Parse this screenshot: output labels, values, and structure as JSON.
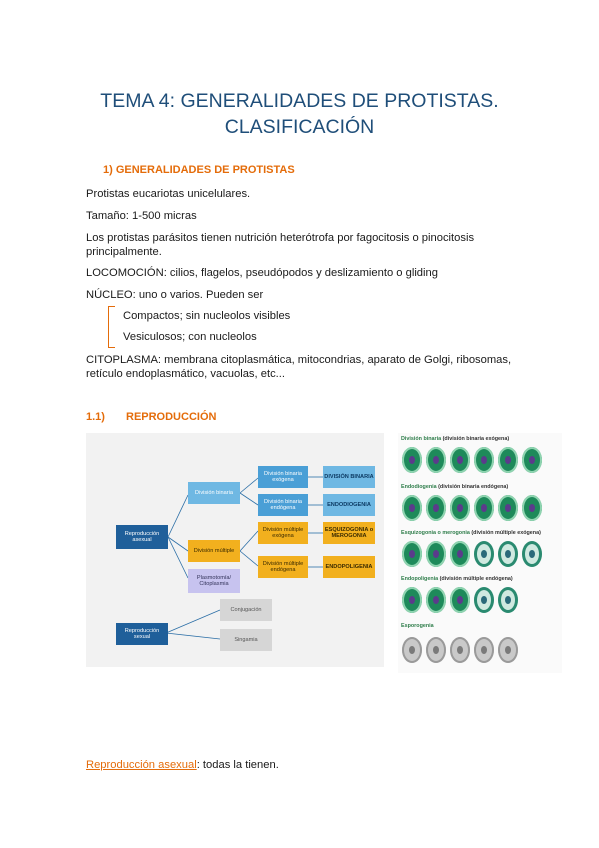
{
  "title": {
    "line1": "TEMA 4: GENERALIDADES DE PROTISTAS.",
    "line2": "CLASIFICACIÓN"
  },
  "section1": {
    "heading": "1)   GENERALIDADES DE PROTISTAS",
    "p1": "Protistas eucariotas unicelulares.",
    "p2": "Tamaño: 1-500 micras",
    "p3_line1": "Los protistas parásitos tienen nutrición heterótrofa por fagocitosis o pinocitosis",
    "p3_line2": "principalmente.",
    "p4": "LOCOMOCIÓN: cilios, flagelos, pseudópodos y deslizamiento o gliding",
    "p5": "NÚCLEO: uno o varios. Pueden ser",
    "nucleo_items": [
      "Compactos; sin nucleolos visibles",
      "Vesiculosos; con nucleolos"
    ],
    "p6_line1": "CITOPLASMA: membrana citoplasmática, mitocondrias, aparato de Golgi, ribosomas,",
    "p6_line2": "retículo endoplasmático, vacuolas, etc..."
  },
  "section11": {
    "num": "1.1)",
    "heading": "REPRODUCCIÓN"
  },
  "diagram": {
    "asexual": "Reproducción asexual",
    "sexual": "Reproducción sexual",
    "division_binaria": "División binaria",
    "division_multiple": "División múltiple",
    "plasmotomia": "Plasmotomía/ Citoplasmia",
    "bin_exogena": "División binaria exógena",
    "bin_endogena": "División binaria endógena",
    "mult_exogena": "División múltiple exógena",
    "mult_endogena": "División múltiple endógena",
    "division_binaria_cap": "DIVISIÓN BINARIA",
    "endodiogenia": "ENDODIOGENIA",
    "esquizogonia": "ESQUIZOGONIA o MEROGONIA",
    "endopoligenia": "ENDOPOLIGENIA",
    "conjugacion": "Conjugación",
    "singamia": "Singamia"
  },
  "cells_figure": {
    "cap1_a": "División binaria",
    "cap1_b": " (división binaria exógena)",
    "cap2_a": "Endodiogenia",
    "cap2_b": " (división binaria endógena)",
    "cap3_a": "Esquizogonia o merogonia",
    "cap3_b": " (división múltiple exógena)",
    "cap4_a": "Endopoligenia",
    "cap4_b": " (división múltiple endógena)",
    "cap5_a": "Esporogenia",
    "cap5_b": ""
  },
  "footer": {
    "link": "Reproducción asexual",
    "rest": ": todas la tienen."
  }
}
